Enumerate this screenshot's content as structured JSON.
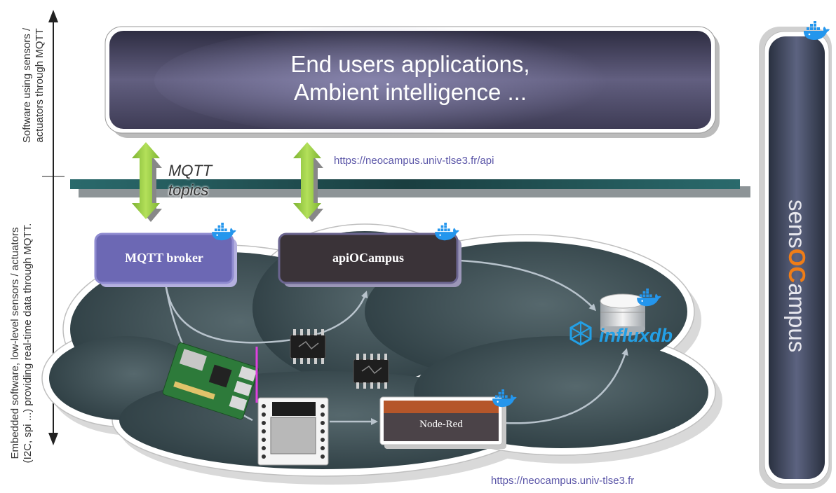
{
  "left_axis": {
    "upper_label_line1": "Software using sensors /",
    "upper_label_line2": "actuators through MQTT",
    "lower_label_line1": "Embedded software, low-level sensors / actuators",
    "lower_label_line2": "(I2C, spi ...) providing real-time data through MQTT."
  },
  "top_box": {
    "line1": "End users applications,",
    "line2": "Ambient intelligence ..."
  },
  "mqtt_topics": {
    "line1": "MQTT",
    "line2": "topics"
  },
  "api_url": "https://neocampus.univ-tlse3.fr/api",
  "nodes": {
    "mqtt_broker": "MQTT broker",
    "api_ocampus": "apiOCampus",
    "node_red": "Node-Red",
    "influxdb": "influxdb"
  },
  "footer_url": "https://neocampus.univ-tlse3.fr",
  "brand": {
    "prefix": "sens",
    "accent": "OC",
    "suffix": "ampus"
  },
  "colors": {
    "top_box": "#4a4862",
    "broker_box": "#6c68b4",
    "api_box": "#3a3338",
    "node_red_top": "#b5562a",
    "node_red_body": "#4b4348",
    "cloud": "#3c5257",
    "bus": "#215a5c",
    "arrow_green": "#8ec63f",
    "brand_orange": "#ef7d17",
    "sidebar": "#3d4355",
    "docker_blue": "#2496ed",
    "url_text": "#5b56a8"
  }
}
